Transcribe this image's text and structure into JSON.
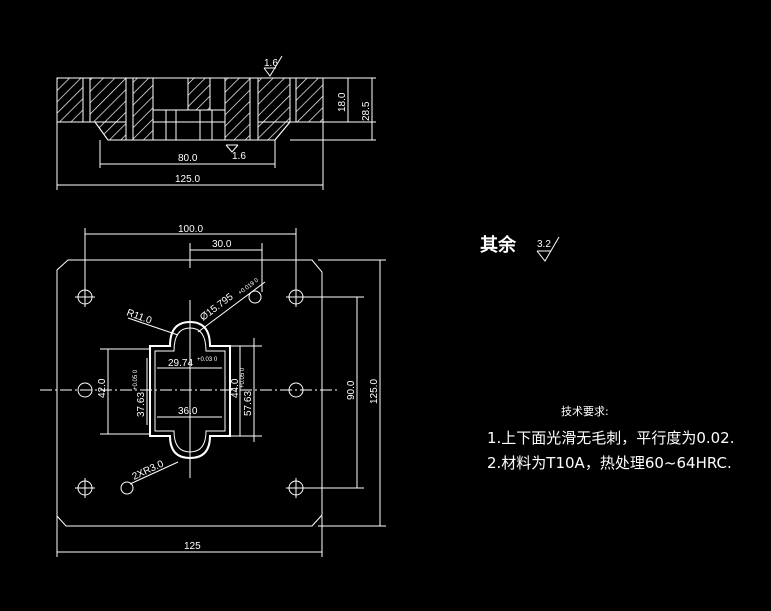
{
  "section_view": {
    "dims": {
      "roughness_top": "1.6",
      "height_inner": "18.0",
      "height_total": "28.5",
      "width_inner": "80.0",
      "roughness_bottom": "1.6",
      "width_total": "125.0"
    }
  },
  "plan_view": {
    "dims": {
      "top_width": "100.0",
      "top_offset": "30.0",
      "fillet_radius": "R11.0",
      "pin_hole_dia": "Ø15.795",
      "pin_hole_tol": "+0.019 0",
      "width_inner": "29.74",
      "width_inner_tol": "+0.03 0",
      "left_height": "42.0",
      "height_a": "37.63",
      "height_a_tol": "+0.05 0",
      "width_mid": "36.0",
      "right_height": "44.0",
      "height_b": "57.63",
      "height_b_tol": "+0.05 0",
      "hole_spacing_v": "90.0",
      "height_total": "125.0",
      "corner_radius": "2XR3.0",
      "bottom_width": "125"
    }
  },
  "surface_finish": {
    "label": "其余",
    "value": "3.2"
  },
  "technical_requirements": {
    "title": "技术要求:",
    "items": [
      "1.上下面光滑无毛刺，平行度为0.02.",
      "2.材料为T10A，热处理60~64HRC."
    ]
  }
}
